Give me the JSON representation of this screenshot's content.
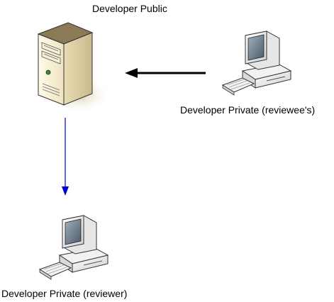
{
  "nodes": {
    "server": {
      "label": "Developer Public",
      "icon": "server-tower-icon"
    },
    "reviewee": {
      "label": "Developer Private (reviewee's)",
      "icon": "desktop-computer-icon"
    },
    "reviewer": {
      "label": "Developer Private (reviewer)",
      "icon": "desktop-computer-icon"
    }
  },
  "edges": [
    {
      "from": "reviewee",
      "to": "server",
      "color": "#000000"
    },
    {
      "from": "server",
      "to": "reviewer",
      "color": "#0000cc"
    }
  ]
}
